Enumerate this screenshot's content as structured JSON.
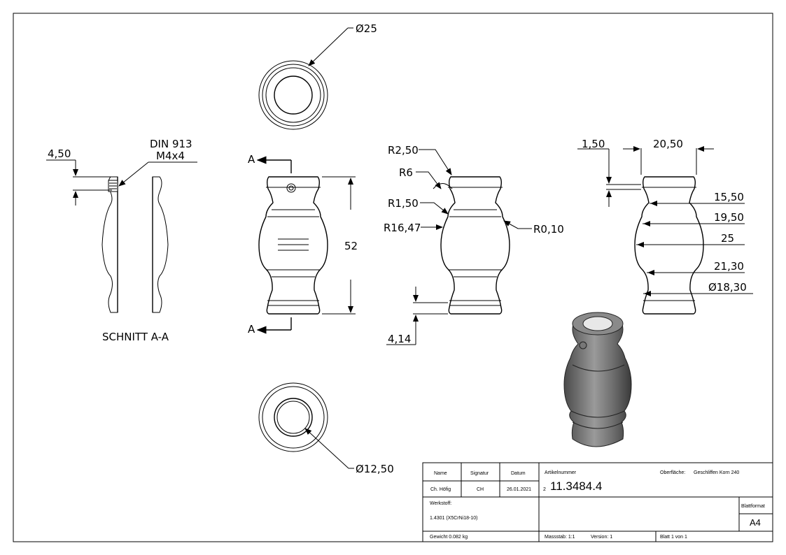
{
  "dimensions": {
    "top_dia": "Ø25",
    "bottom_dia": "Ø12,50",
    "section_depth": "4,50",
    "din_line1": "DIN 913",
    "din_line2": "M4x4",
    "section_title": "SCHNITT A-A",
    "section_marker": "A",
    "height": "52",
    "r_2_50": "R2,50",
    "r_6": "R6",
    "r_1_50": "R1,50",
    "r_16_47": "R16,47",
    "r_0_10": "R0,10",
    "bottom_offset": "4,14",
    "top_offset": "1,50",
    "width_top": "20,50",
    "dia_15_50": "15,50",
    "dia_19_50": "19,50",
    "dia_25": "25",
    "dia_21_30": "21,30",
    "dia_18_30": "Ø18,30"
  },
  "title_block": {
    "col_name": "Name",
    "col_signature": "Signatur",
    "col_date": "Datum",
    "name": "Ch. Höfig",
    "signature": "CH",
    "date": "26.01.2021",
    "article_label": "Artikelnummer",
    "article_prefix": "2",
    "article_number": "11.3484.4",
    "surface_label": "Oberfläche:",
    "surface_value": "Geschliffen Korn 240",
    "material_label": "Werkstoff:",
    "material_value": "1.4301 (X5CrNi18-10)",
    "sheet_format_label": "Blattformat",
    "sheet_format_value": "A4",
    "weight": "Gewicht 0.082 kg",
    "scale": "Massstab: 1:1",
    "version": "Version: 1",
    "sheet": "Blatt 1 von 1"
  },
  "colors": {
    "line": "#000000",
    "hatch": "#000000",
    "shade_dark": "#5a5a5a",
    "shade_light": "#bdbdbd"
  }
}
